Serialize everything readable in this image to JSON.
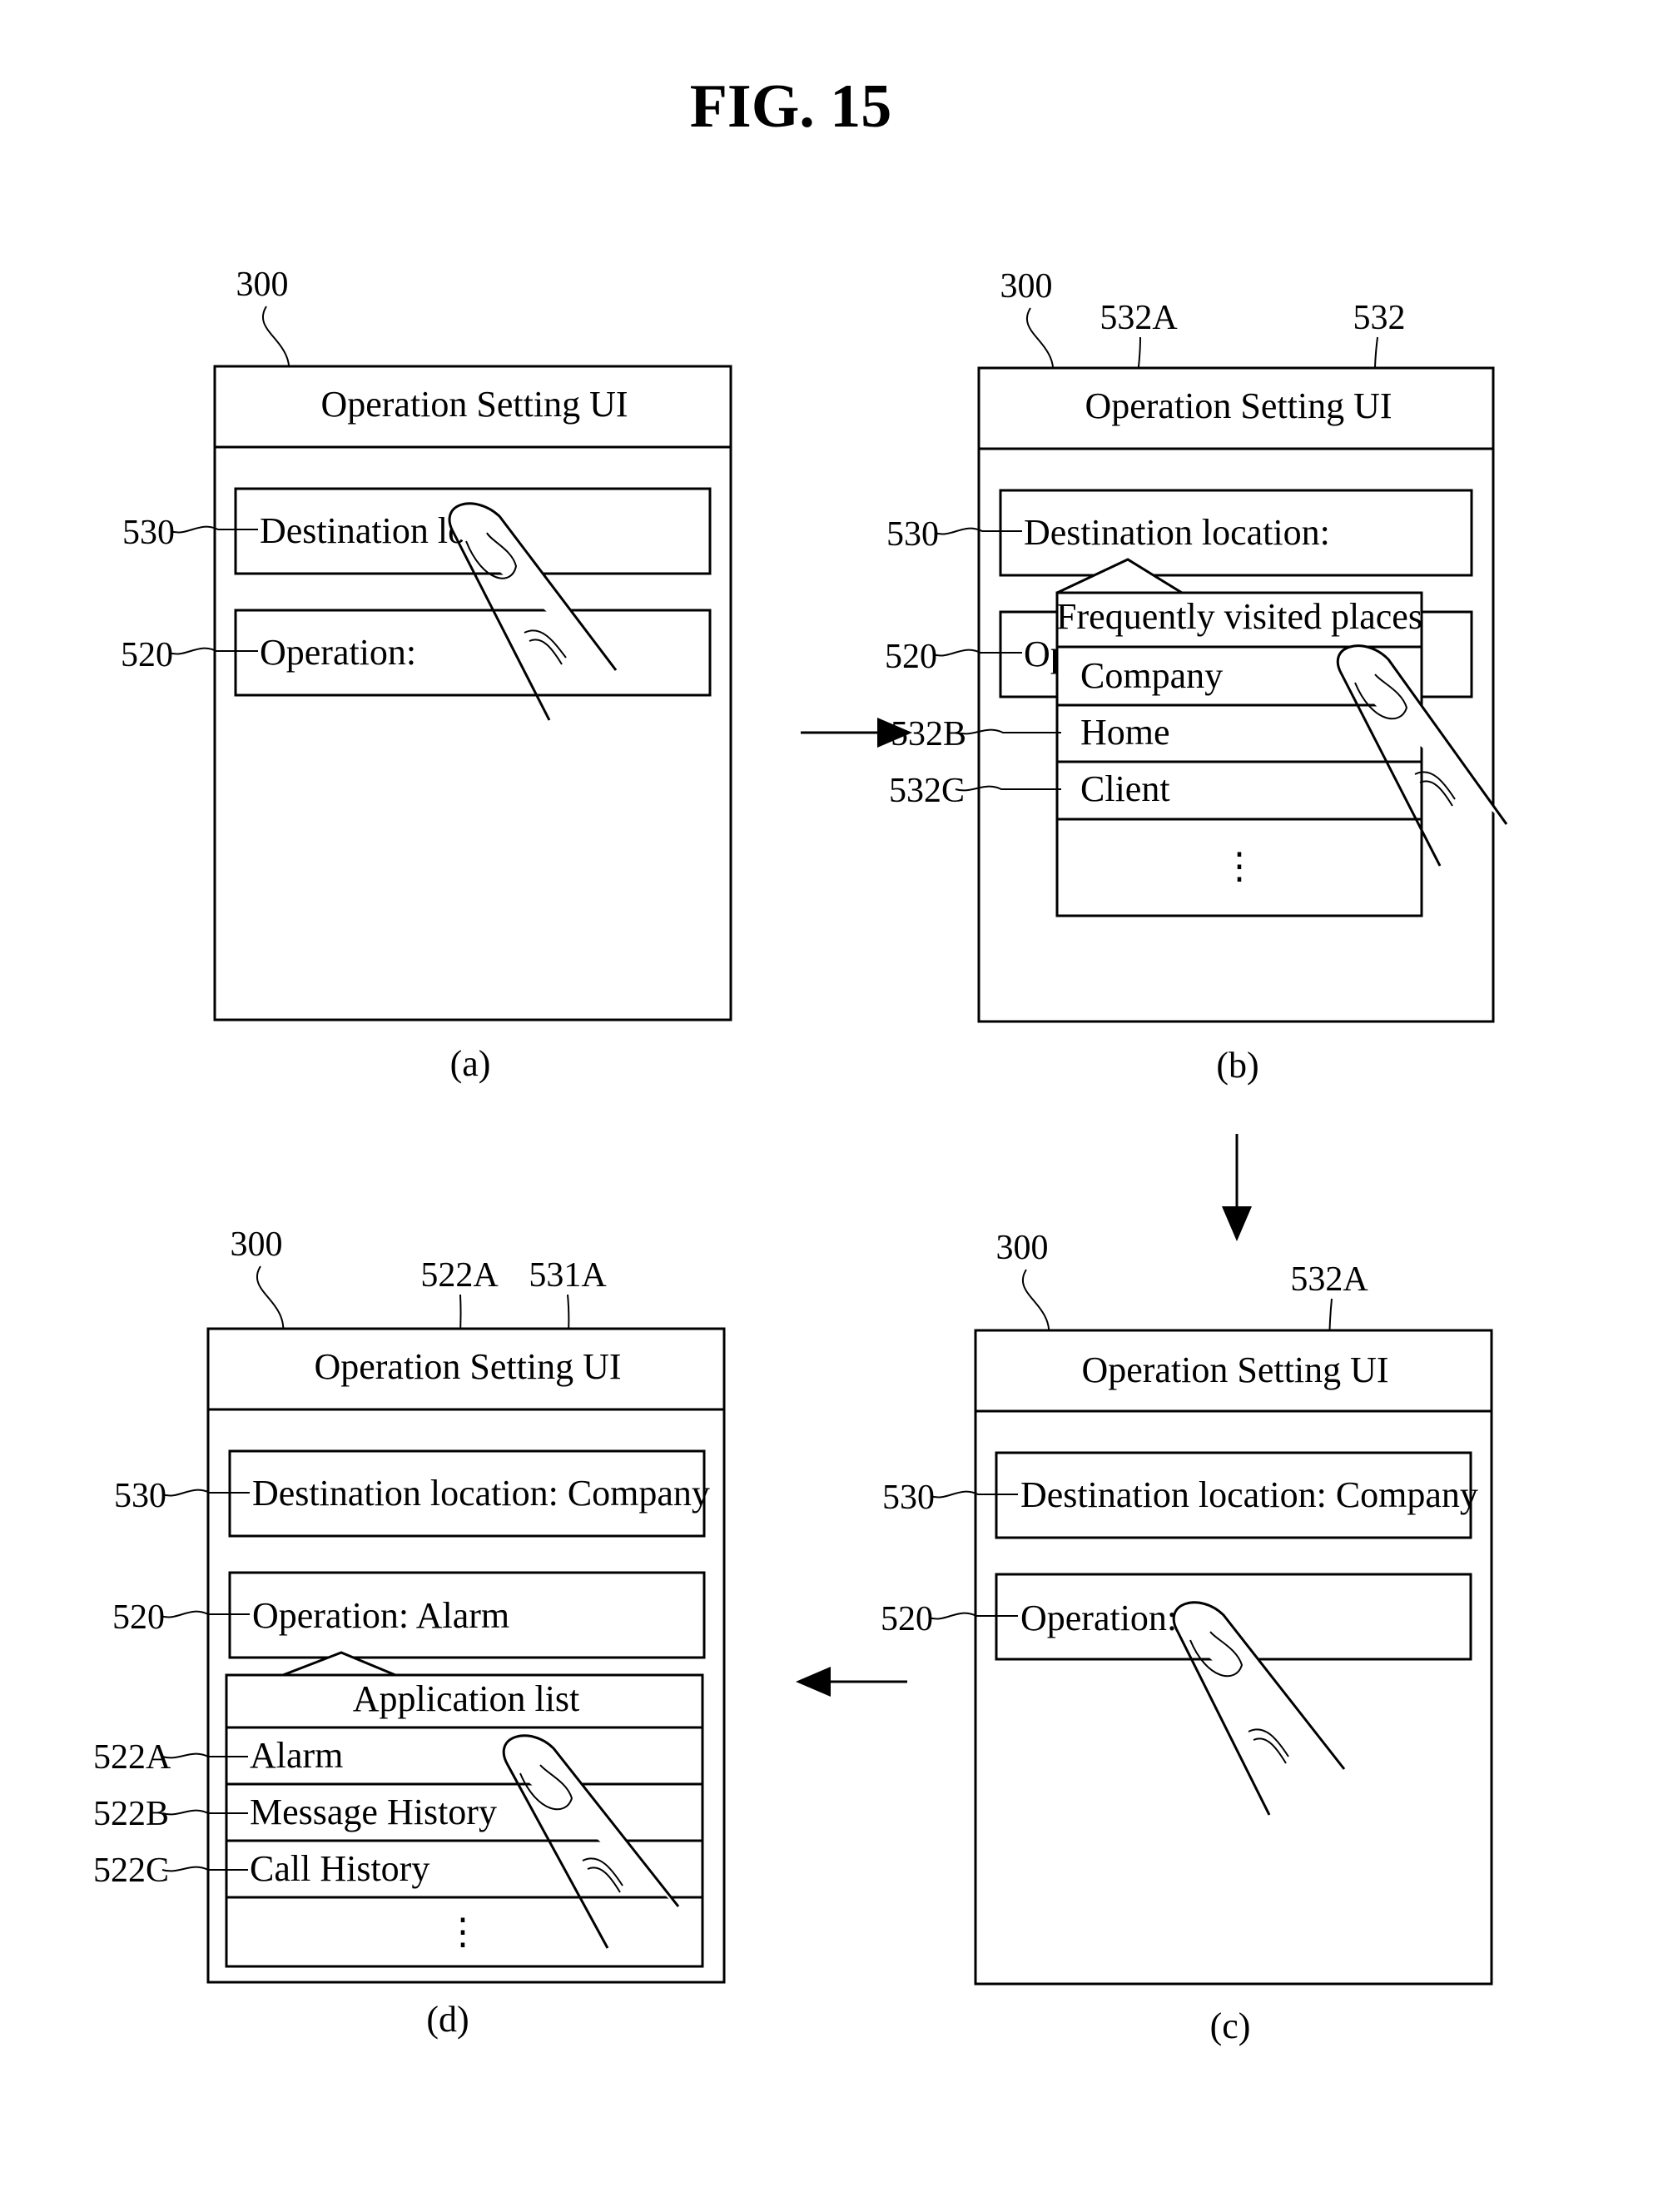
{
  "figure_title": "FIG. 15",
  "panels": {
    "a": {
      "caption": "(a)",
      "device_ref": "300",
      "header": "Operation Setting UI",
      "destination_ref": "530",
      "destination_text": "Destination loc",
      "operation_ref": "520",
      "operation_text": "Operation:"
    },
    "b": {
      "caption": "(b)",
      "device_ref": "300",
      "header": "Operation Setting UI",
      "destination_ref": "530",
      "destination_text": "Destination location:",
      "operation_ref": "520",
      "operation_text": "Op",
      "popup_ref": "532",
      "popup_title": "Frequently visited places",
      "items": [
        {
          "ref": "532A",
          "label": "Company"
        },
        {
          "ref": "532B",
          "label": "Home"
        },
        {
          "ref": "532C",
          "label": "Client"
        }
      ],
      "more": "⋮"
    },
    "c": {
      "caption": "(c)",
      "device_ref": "300",
      "header": "Operation Setting UI",
      "selected_ref": "532A",
      "destination_ref": "530",
      "destination_text": "Destination location: Company",
      "operation_ref": "520",
      "operation_text": "Operation:"
    },
    "d": {
      "caption": "(d)",
      "device_ref": "300",
      "header": "Operation Setting UI",
      "alarm_ref_top": "522A",
      "company_ref": "531A",
      "destination_ref": "530",
      "destination_text": "Destination location: Company",
      "operation_ref": "520",
      "operation_text": "Operation: Alarm",
      "popup_title": "Application list",
      "items": [
        {
          "ref": "522A",
          "label": "Alarm"
        },
        {
          "ref": "522B",
          "label": "Message History"
        },
        {
          "ref": "522C",
          "label": "Call History"
        }
      ],
      "more": "⋮"
    }
  }
}
